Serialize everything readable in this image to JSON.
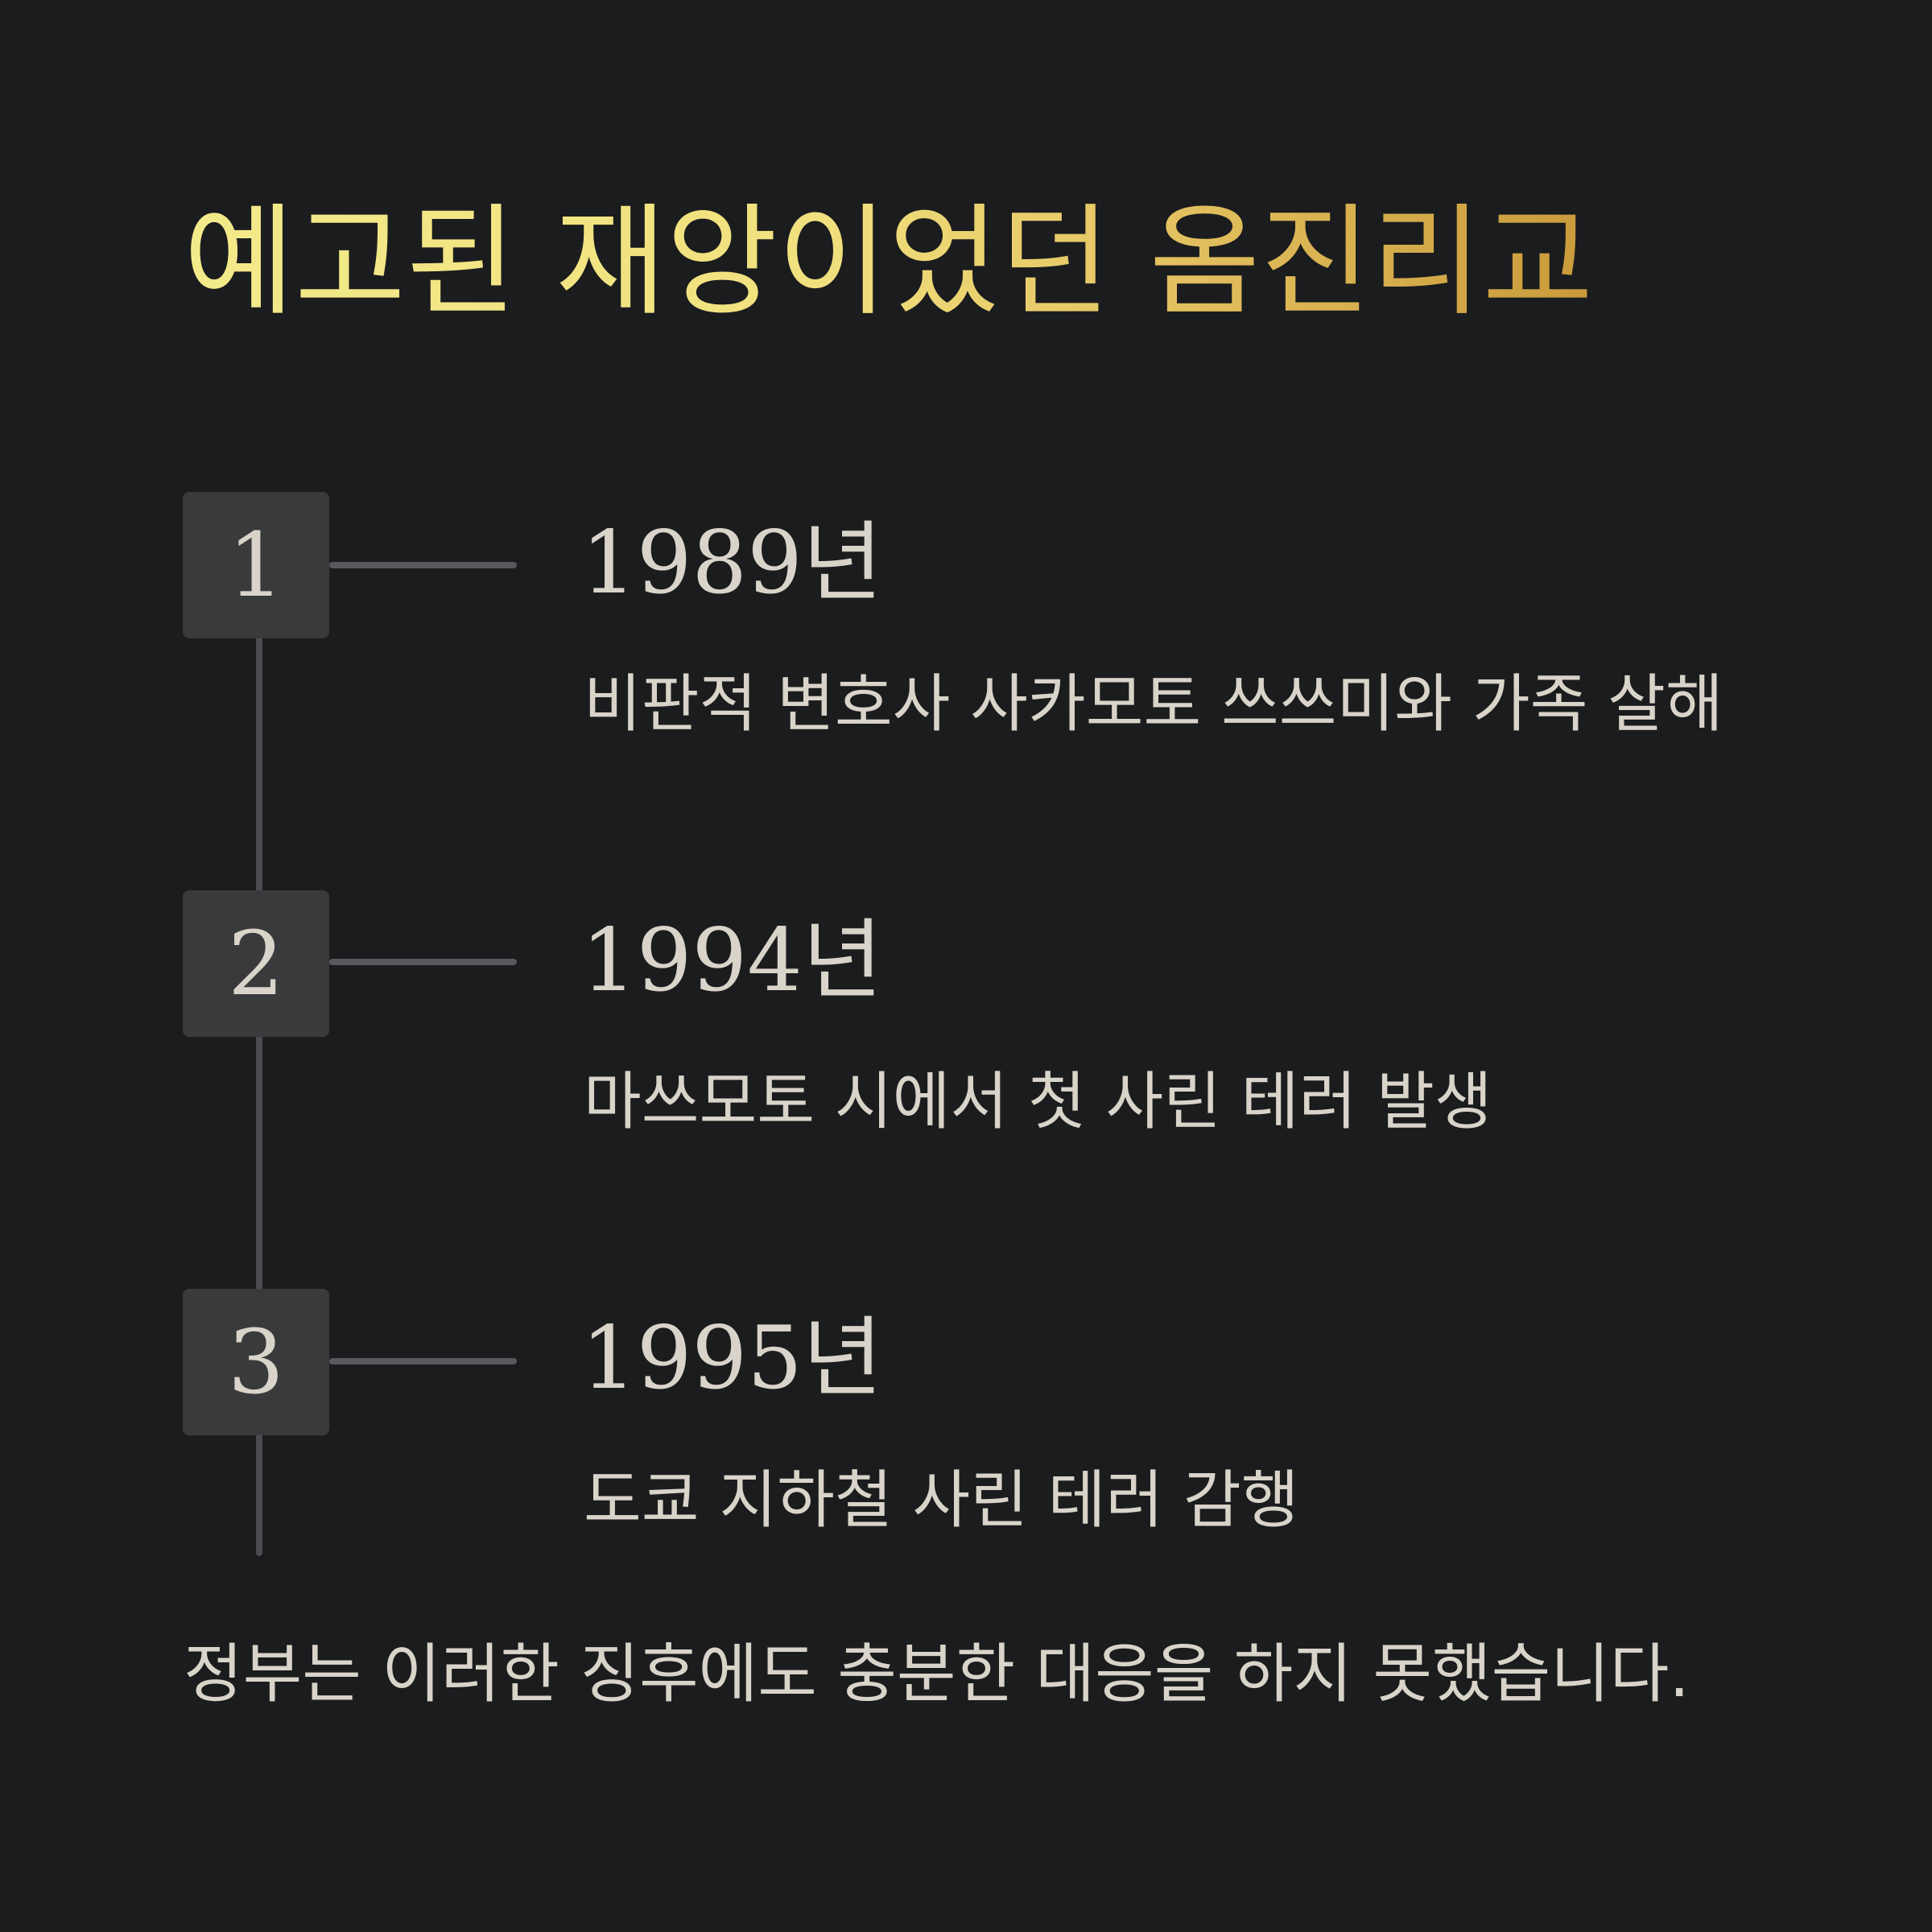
{
  "title": "예고된 재앙이었던 옴진리교",
  "colors": {
    "background": "#1b1c1e",
    "title_gradient_start": "#f3ea8a",
    "title_gradient_end": "#c99a3a",
    "step_box": "#393a3c",
    "text": "#d9d4c9",
    "line": "#4b4c4f"
  },
  "timeline": [
    {
      "number": "1",
      "year": "1989년",
      "event": "비판적 변호사 사카모토 쓰쓰미와 가족 살해"
    },
    {
      "number": "2",
      "year": "1994년",
      "event": "마쓰모토 시에서 첫 사린 테러 발생"
    },
    {
      "number": "3",
      "year": "1995년",
      "event": "도쿄 지하철 사린 테러 감행"
    }
  ],
  "conclusion": "정부는 이러한 징후에도 충분한 대응을 하지 못했습니다."
}
